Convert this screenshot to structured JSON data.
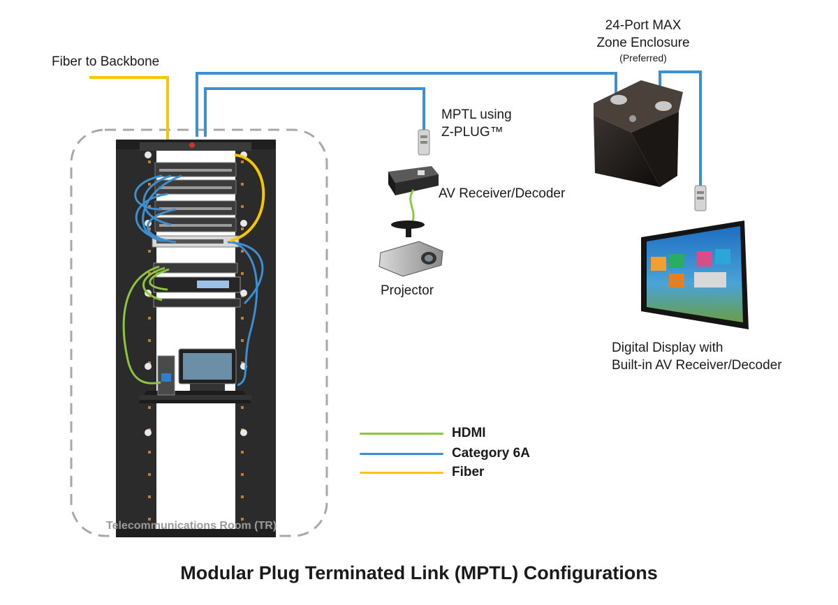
{
  "labels": {
    "fiber_to_backbone": "Fiber to Backbone",
    "zone_enclosure_line1": "24-Port MAX",
    "zone_enclosure_line2": "Zone Enclosure",
    "zone_enclosure_note": "(Preferred)",
    "mptl_line1": "MPTL using",
    "mptl_line2": "Z-PLUG™",
    "av_receiver": "AV Receiver/Decoder",
    "projector": "Projector",
    "display_line1": "Digital Display with",
    "display_line2": "Built-in AV Receiver/Decoder",
    "tr_room": "Telecommunications Room (TR)"
  },
  "legend": [
    {
      "label": "HDMI",
      "color": "#8cc63f"
    },
    {
      "label": "Category 6A",
      "color": "#3d8fd1"
    },
    {
      "label": "Fiber",
      "color": "#f7c600"
    }
  ],
  "footer_title": "Modular Plug Terminated Link (MPTL) Configurations",
  "colors": {
    "hdmi": "#8cc63f",
    "cat6a": "#3d8fd1",
    "fiber": "#f7c600",
    "rack": "#2b2b2b",
    "tr_border": "#a8a8a8"
  }
}
